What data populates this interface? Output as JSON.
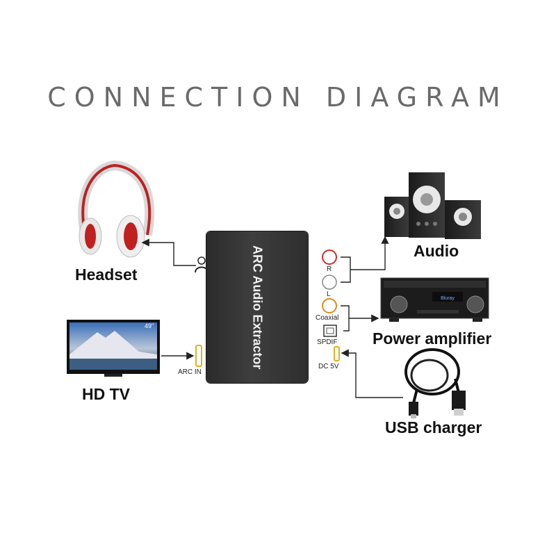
{
  "title": "CONNECTION DIAGRAM",
  "device": {
    "name": "ARC Audio Extractor"
  },
  "ports": {
    "arc_in": "ARC IN",
    "r": "R",
    "l": "L",
    "coaxial": "Coaxial",
    "spdif": "SPDIF",
    "dc": "DC 5V"
  },
  "devices": {
    "headset": "Headset",
    "hdtv": "HD TV",
    "audio": "Audio",
    "amplifier": "Power amplifier",
    "usb": "USB charger"
  },
  "tv_badge": "49\"",
  "amp_display": "Bluray",
  "colors": {
    "title": "#6a6a6a",
    "box": "#333333",
    "r_port": "#d12a2a",
    "coax_port": "#e08a1a",
    "hdmi_port": "#e0b020",
    "headphone_band": "#c02020"
  }
}
